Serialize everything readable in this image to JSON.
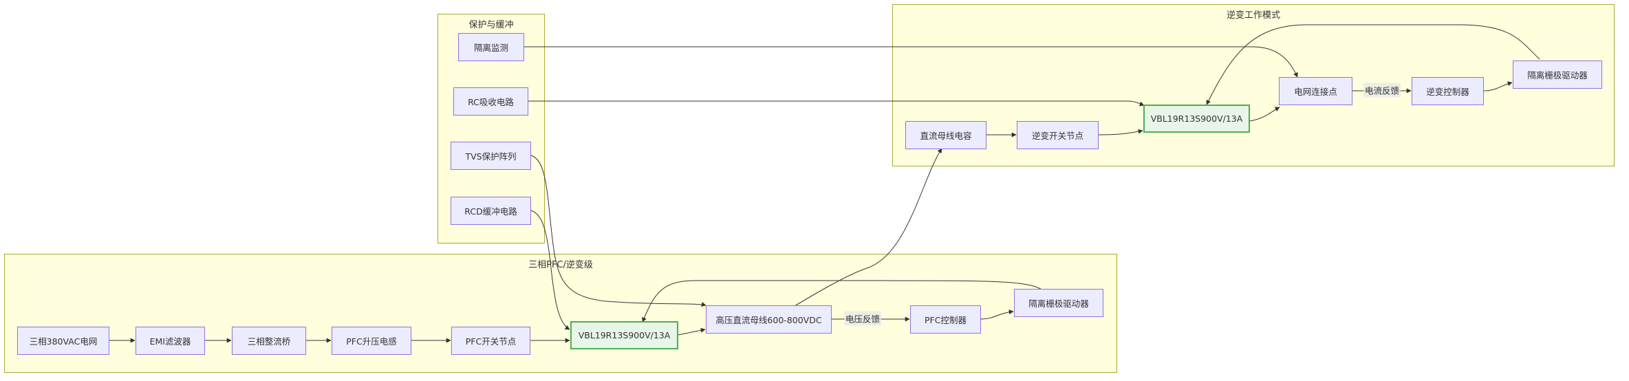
{
  "clusters": {
    "protect": {
      "title": "保护与缓冲"
    },
    "pfc": {
      "title": "三相PFC/逆变级"
    },
    "inverter": {
      "title": "逆变工作模式"
    }
  },
  "nodes": {
    "isolation_monitor": "隔离监测",
    "rc_snubber": "RC吸收电路",
    "tvs_array": "TVS保护阵列",
    "rcd_snubber": "RCD缓冲电路",
    "grid_380": "三相380VAC电网",
    "emi_filter": "EMI滤波器",
    "rectifier": "三相整流桥",
    "pfc_inductor": "PFC升压电感",
    "pfc_switch": "PFC开关节点",
    "mosfet_pfc": "VBL19R13S900V/13A",
    "hv_bus": "高压直流母线600-800VDC",
    "pfc_controller": "PFC控制器",
    "gate_driver_pfc": "隔离栅极驱动器",
    "dc_cap": "直流母线电容",
    "inv_switch": "逆变开关节点",
    "mosfet_inv": "VBL19R13S900V/13A",
    "grid_connect": "电网连接点",
    "inv_controller": "逆变控制器",
    "gate_driver_inv": "隔离栅极驱动器"
  },
  "edge_labels": {
    "voltage_feedback": "电压反馈",
    "current_feedback": "电流反馈"
  },
  "colors": {
    "cluster_fill": "#ffffde",
    "cluster_border": "#aaaa33",
    "node_fill": "#ececff",
    "node_border": "#9370db",
    "highlight_fill": "#e8f5e9",
    "highlight_border": "#4caf50",
    "edge": "#333333"
  }
}
